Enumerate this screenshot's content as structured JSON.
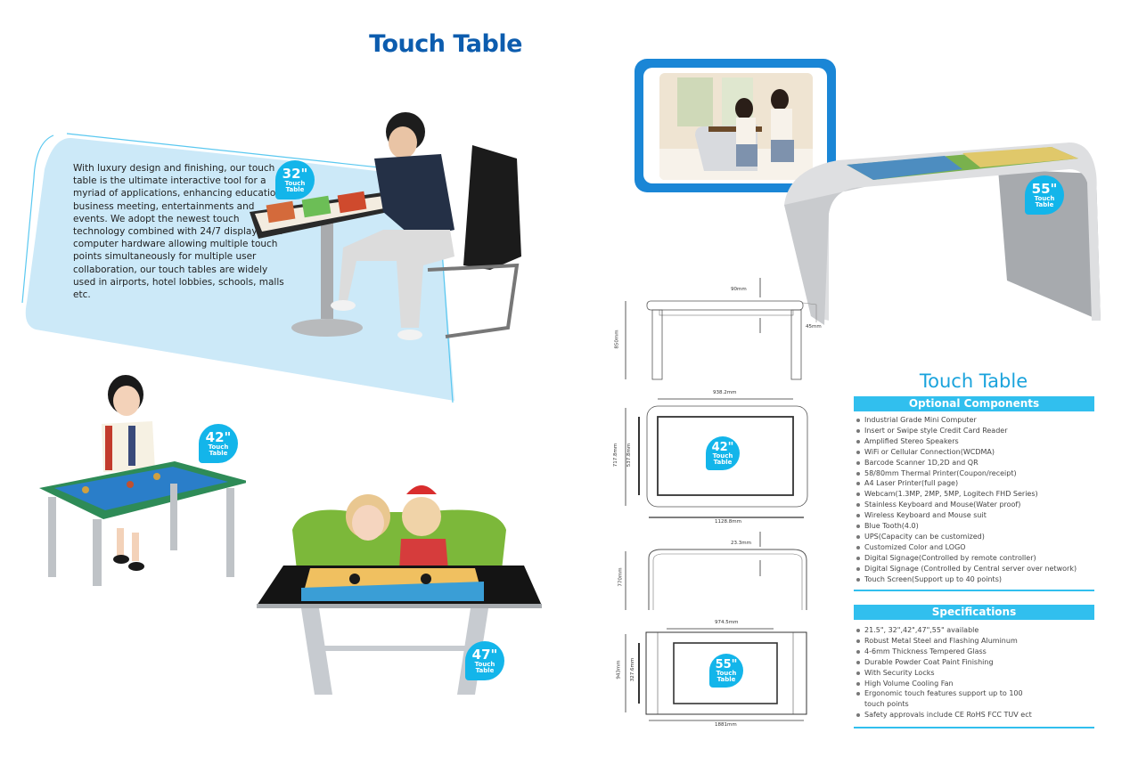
{
  "page": {
    "title": "Touch Table",
    "intro_text": "With luxury design and finishing, our touch table is the ultimate interactive tool for a myriad of applications, enhancing education,  business meeting, entertainments and events. We adopt the newest  touch technology combined with 24/7 displays and computer hardware allowing multiple touch points simultaneously for multiple user collaboration, our touch tables are widely used in airports, hotel lobbies, schools, malls etc."
  },
  "badges": [
    {
      "size": "32\"",
      "line1": "Touch",
      "line2": "Table"
    },
    {
      "size": "42\"",
      "line1": "Touch",
      "line2": "Table"
    },
    {
      "size": "47\"",
      "line1": "Touch",
      "line2": "Table"
    },
    {
      "size": "55\"",
      "line1": "Touch",
      "line2": "Table"
    }
  ],
  "drawings": {
    "side_view": {
      "top_thickness": "90mm",
      "edge": "45mm",
      "height": "850mm"
    },
    "top_42": {
      "screen_width": "938.2mm",
      "total_width": "1128.8mm",
      "total_depth": "717.8mm",
      "screen_depth": "537.8mm",
      "badge_size": "42\""
    },
    "front_55": {
      "top_thickness": "23.3mm",
      "height": "770mm"
    },
    "top_55": {
      "screen_width": "974.5mm",
      "total_width": "1881mm",
      "total_depth": "943mm",
      "screen_depth": "327.6mm",
      "badge_size": "55\""
    }
  },
  "spec_panel": {
    "title": "Touch Table",
    "optional_header": "Optional Components",
    "optional_items": [
      "Industrial Grade Mini Computer",
      "Insert or Swipe style Credit Card Reader",
      "Amplified Stereo Speakers",
      "WiFi or Cellular Connection(WCDMA)",
      "Barcode Scanner 1D,2D and QR",
      "58/80mm Thermal Printer(Coupon/receipt)",
      "A4 Laser Printer(full page)",
      "Webcam(1.3MP, 2MP, 5MP, Logitech FHD Series)",
      "Stainless Keyboard and Mouse(Water proof)",
      "Wireless Keyboard and Mouse suit",
      "Blue Tooth(4.0)",
      "UPS(Capacity can be customized)",
      "Customized Color and LOGO",
      "Digital Signage(Controlled by remote controller)",
      "Digital Signage (Controlled by Central server over network)",
      "Touch Screen(Support up to 40 points)"
    ],
    "spec_header": "Specifications",
    "spec_items": [
      "21.5\", 32\",42\",47\",55\"  available",
      "Robust Metal Steel and Flashing Aluminum",
      "4-6mm Thickness Tempered Glass",
      "Durable Powder Coat Paint Finishing",
      "With Security Locks",
      "High Volume Cooling Fan",
      "Ergonomic touch features support up to 100 touch points",
      "Safety approvals include CE RoHS FCC TUV ect"
    ]
  },
  "colors": {
    "title_blue": "#0c5cae",
    "accent_cyan": "#31bfee",
    "badge_blue": "#13b5ea",
    "panel_bg": "#cce9f8"
  }
}
